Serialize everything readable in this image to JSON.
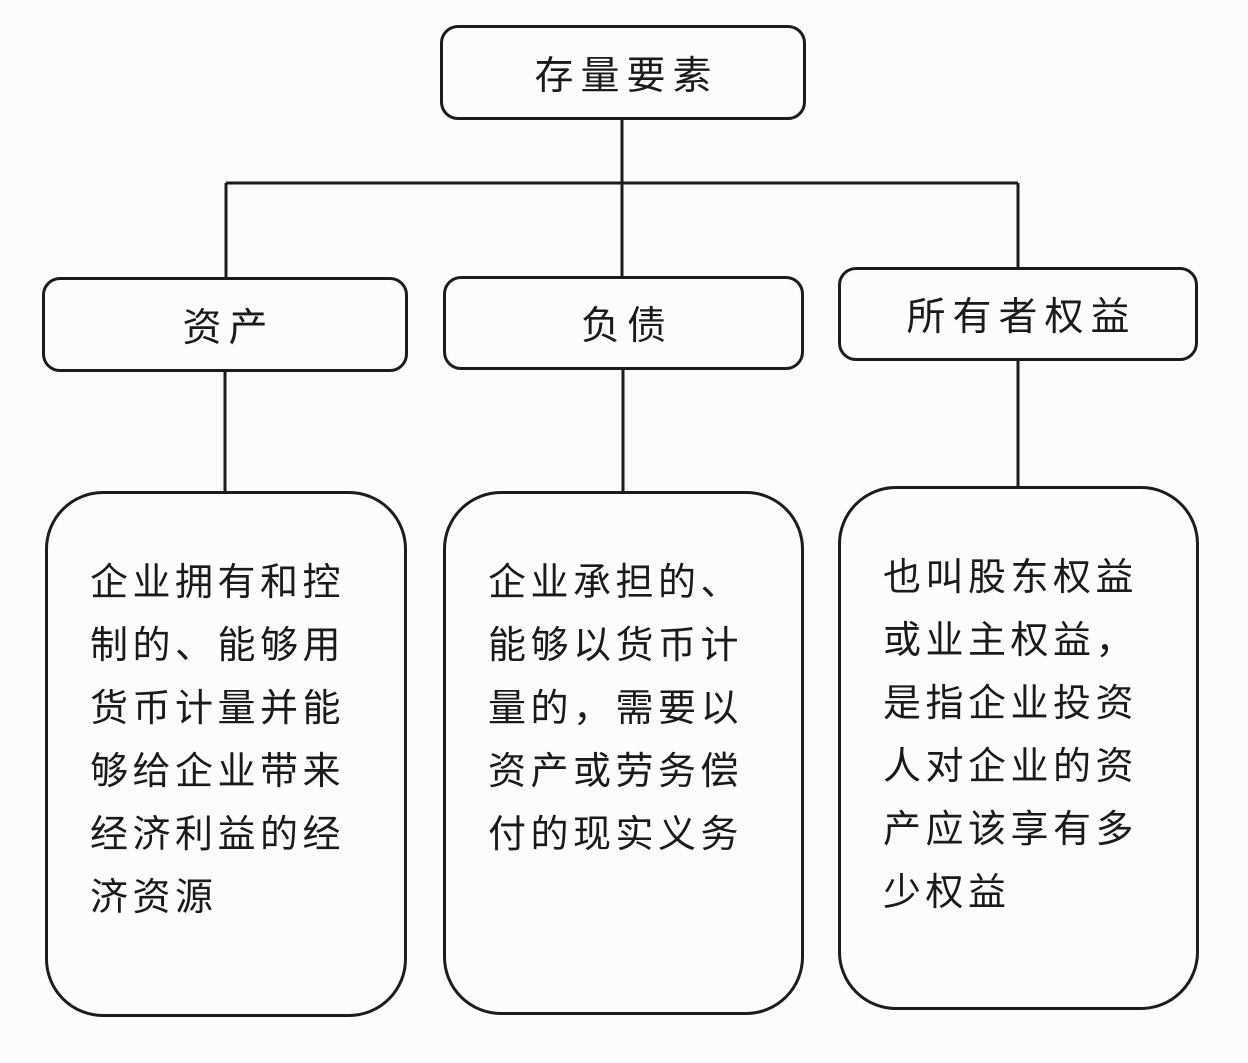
{
  "diagram": {
    "root_label": "存量要素",
    "nodes": [
      {
        "label": "资产",
        "description": "企业拥有和控\n制的、能够用\n货币计量并能\n够给企业带来\n经济利益的经\n济资源"
      },
      {
        "label": "负债",
        "description": "企业承担的、\n能够以货币计\n量的，需要以\n资产或劳务偿\n付的现实义务"
      },
      {
        "label": "所有者权益",
        "description": "也叫股东权益\n或业主权益，\n是指企业投资\n人对企业的资\n产应该享有多\n少权益"
      }
    ],
    "colors": {
      "line": "#1c1c1c",
      "background": "#fcfcfc",
      "text": "#1a1a1a"
    }
  }
}
